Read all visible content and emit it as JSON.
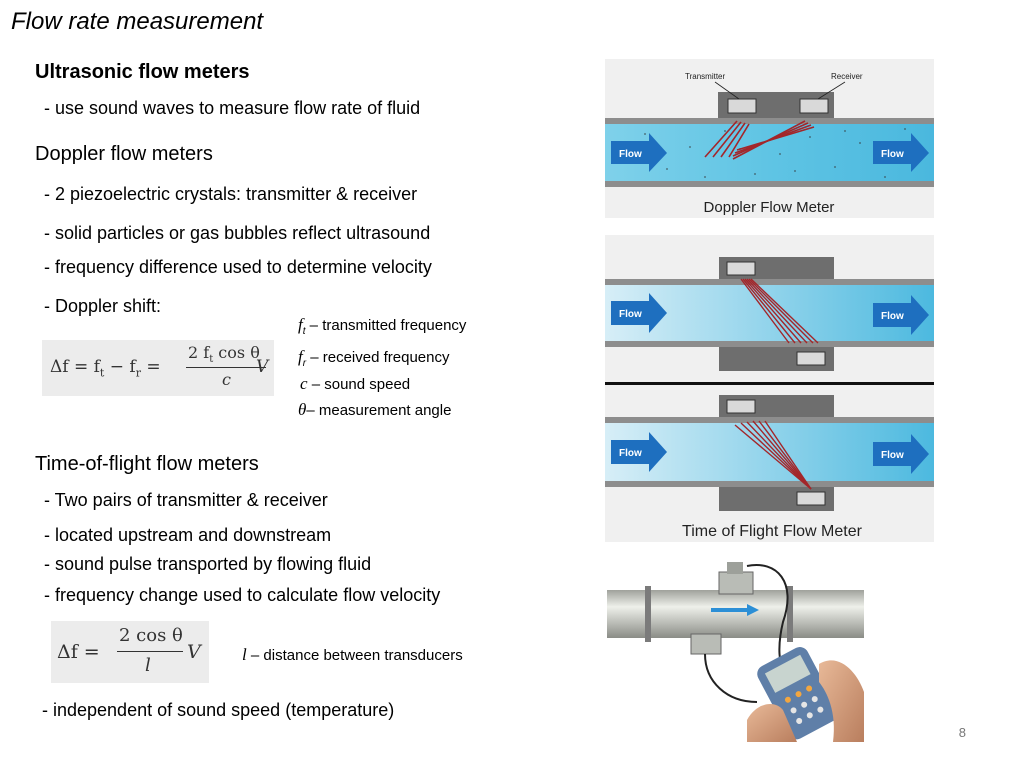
{
  "title": "Flow rate measurement",
  "ultrasonic": {
    "heading": "Ultrasonic flow meters",
    "bullet": "- use sound waves to measure flow rate of fluid"
  },
  "doppler": {
    "heading": "Doppler flow meters",
    "bullets": [
      "- 2 piezoelectric crystals: transmitter & receiver",
      "- solid particles or gas bubbles reflect ultrasound",
      "- frequency difference used to determine velocity",
      "- Doppler shift:"
    ],
    "formula": {
      "lhs": "Δf = f",
      "t_sub": "t",
      "minus": " − f",
      "r_sub": "r",
      "eq": " =",
      "num": "2 f",
      "num_sub": "t",
      "num_rest": " cos θ",
      "den": "c",
      "v": "V"
    },
    "legend": [
      {
        "sym": "f",
        "sub": "t",
        "text": " – transmitted frequency"
      },
      {
        "sym": "f",
        "sub": "r",
        "text": " – received frequency"
      },
      {
        "sym": "c",
        "sub": "",
        "text": " – sound speed"
      },
      {
        "sym": "θ",
        "sub": "",
        "text": "– measurement angle"
      }
    ]
  },
  "tof": {
    "heading": "Time-of-flight flow meters",
    "bullets": [
      "- Two pairs of transmitter & receiver",
      "- located upstream and downstream",
      "- sound pulse transported by flowing fluid",
      "- frequency change used to calculate flow velocity"
    ],
    "formula": {
      "lhs": "Δf =",
      "num": "2 cos θ",
      "den": "l",
      "v": "V"
    },
    "legend": {
      "sym": "l",
      "text": " – distance between transducers"
    },
    "last_bullet": "- independent of sound speed (temperature)"
  },
  "figures": {
    "doppler": {
      "transmitter_label": "Transmitter",
      "receiver_label": "Receiver",
      "flow_in": "Flow",
      "flow_out": "Flow",
      "caption": "Doppler Flow Meter"
    },
    "tof": {
      "flow_in_top": "Flow",
      "flow_out_top": "Flow",
      "flow_in_bottom": "Flow",
      "flow_out_bottom": "Flow",
      "caption": "Time of Flight Flow Meter"
    },
    "photo": {
      "icon": "clamp-on-flowmeter-photo"
    }
  },
  "colors": {
    "pipe_fluid": "#4fc3e3",
    "arrow_blue": "#1e6fbf",
    "beam_red": "#a3262a"
  },
  "page_number": "8"
}
